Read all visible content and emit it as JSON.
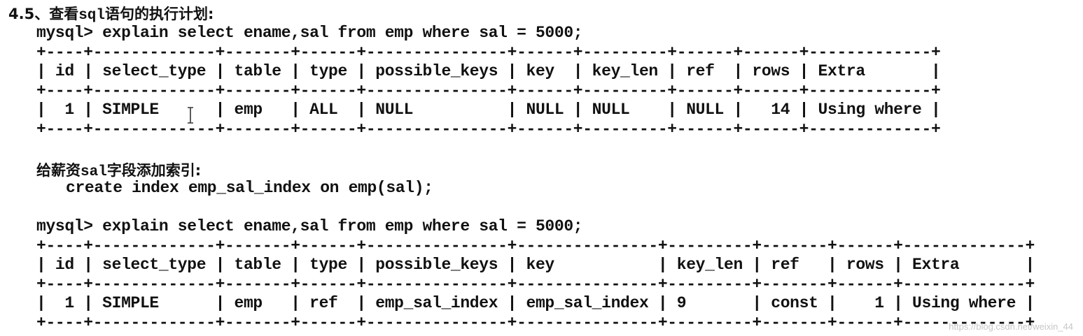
{
  "section": {
    "number": "4.5、",
    "title_cn_prefix": "查看",
    "title_code": "sql",
    "title_cn_suffix": "语句的执行计划:"
  },
  "query1": {
    "prompt_line": "mysql> explain select ename,sal from emp where sal = 5000;",
    "separator": "+----+-------------+-------+------+---------------+------+---------+------+------+-------------+",
    "header": "| id | select_type | table | type | possible_keys | key  | key_len | ref  | rows | Extra       |",
    "row": "|  1 | SIMPLE      | emp   | ALL  | NULL          | NULL | NULL    | NULL |   14 | Using where |"
  },
  "note": {
    "cn_prefix": "给薪资",
    "code": "sal",
    "cn_suffix": "字段添加索引:"
  },
  "create_index": "create index emp_sal_index on emp(sal);",
  "query2": {
    "prompt_line": "mysql> explain select ename,sal from emp where sal = 5000;",
    "separator": "+----+-------------+-------+------+---------------+---------------+---------+-------+------+-------------+",
    "header": "| id | select_type | table | type | possible_keys | key           | key_len | ref   | rows | Extra       |",
    "row": "|  1 | SIMPLE      | emp   | ref  | emp_sal_index | emp_sal_index | 9       | const |    1 | Using where |"
  },
  "watermark": "https://blog.csdn.net/weixin_44"
}
